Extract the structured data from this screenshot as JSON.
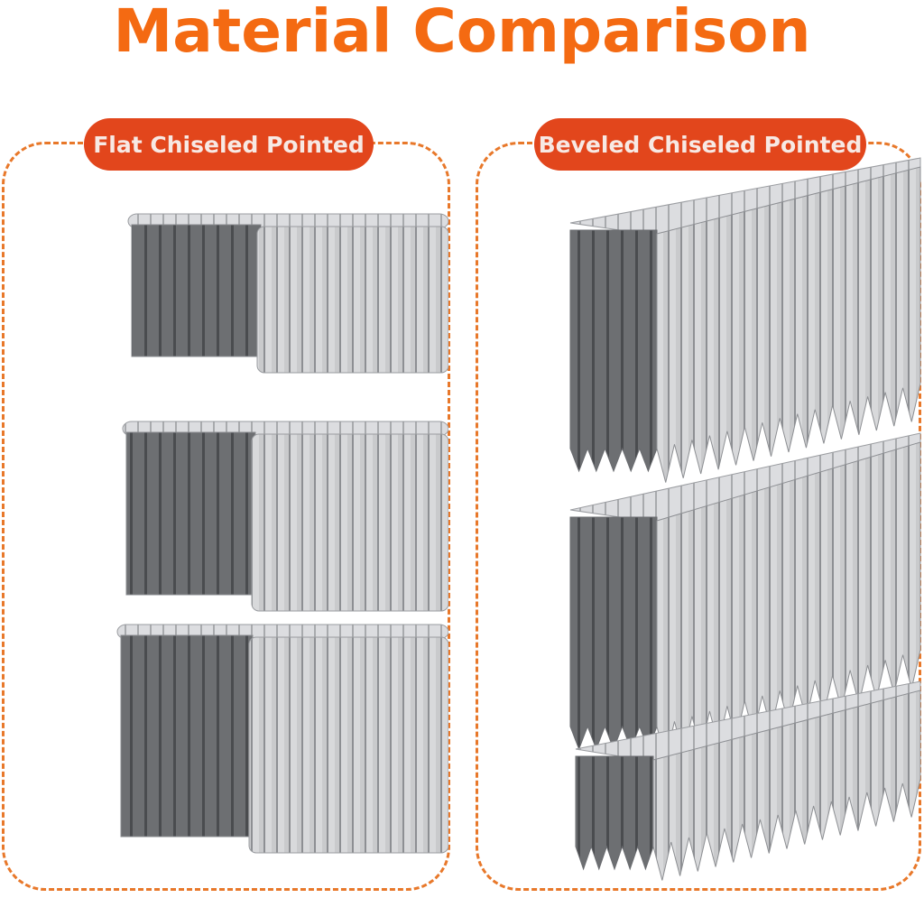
{
  "title": "Material Comparison",
  "colors": {
    "title": "#F46A12",
    "label_background": "#E2461C",
    "dashed_border": "#E8782A"
  },
  "panels": [
    {
      "label": "Flat Chiseled Pointed",
      "image": "flat-chiseled-staples-x3"
    },
    {
      "label": "Beveled Chiseled Pointed",
      "image": "beveled-chiseled-staples-x3"
    }
  ]
}
